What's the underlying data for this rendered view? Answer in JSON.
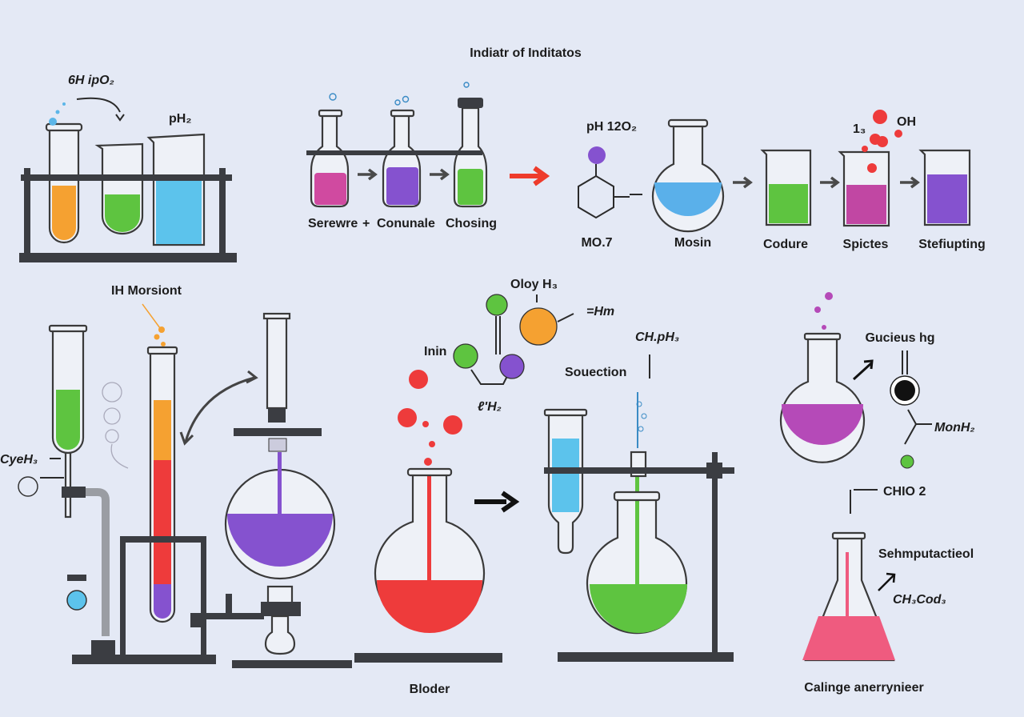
{
  "title": "Indiatr of Inditatos",
  "colors": {
    "background": "#e4e9f5",
    "orange": "#f5a131",
    "green": "#5ec440",
    "blue": "#5cc3ec",
    "pink": "#d04aa0",
    "purple": "#8552cf",
    "red": "#ee3b3b",
    "magenta": "#b54ab8",
    "rose": "#ef5b7f"
  },
  "top_left": {
    "formula": "6H ipO₂",
    "ph_label": "pH₂"
  },
  "top_middle": {
    "labels": [
      "Serewre",
      "+",
      "Conunale",
      "Chosing"
    ]
  },
  "top_right": {
    "formula": "pH 12O₂",
    "bubble_label": "1₃",
    "oh_label": "OH",
    "steps": [
      "MO.7",
      "Mosin",
      "Codure",
      "Spictes",
      "Stefiupting"
    ]
  },
  "bottom_left": {
    "heading": "IH Morsiont",
    "side_label": "CyeH₃"
  },
  "molecule": {
    "top_label": "Oloy H₃",
    "right_label": "=Hm",
    "left_label": "Inin",
    "bottom_label": "ℓ'H₂",
    "ch_label": "CH.pH₃",
    "source_label": "Souection"
  },
  "bottom_middle": {
    "flask_label": "Bloder"
  },
  "right_column": {
    "labels": [
      "Gucieus hg",
      "MonH₂",
      "CHIO 2",
      "Sehmputactieol",
      "CH₃Cod₃"
    ],
    "caption": "Calinge anerrynieer"
  }
}
